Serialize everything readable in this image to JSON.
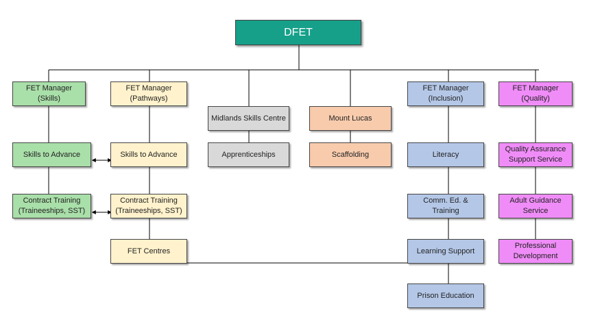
{
  "colors": {
    "root": "#16a08a",
    "skills": "#a9dfa9",
    "pathways": "#fff2cc",
    "midlands": "#d9d9d9",
    "mount_lucas": "#f8cbad",
    "inclusion": "#b4c7e7",
    "quality": "#f08cf8",
    "connector": "#000000"
  },
  "chart": {
    "root": "DFET",
    "skills": {
      "manager": "FET Manager\n(Skills)",
      "items": [
        "Skills to Advance",
        "Contract Training\n(Traineeships, SST)"
      ]
    },
    "pathways": {
      "manager": "FET Manager\n(Pathways)",
      "items": [
        "Skills to Advance",
        "Contract Training\n(Traineeships, SST)",
        "FET Centres"
      ]
    },
    "midlands": {
      "manager": "Midlands Skills Centre",
      "items": [
        "Apprenticeships"
      ]
    },
    "mount_lucas": {
      "manager": "Mount Lucas",
      "items": [
        "Scaffolding"
      ]
    },
    "inclusion": {
      "manager": "FET Manager\n(Inclusion)",
      "items": [
        "Literacy",
        "Comm. Ed. &\nTraining",
        "Learning Support",
        "Prison Education"
      ]
    },
    "quality": {
      "manager": "FET Manager\n(Quality)",
      "items": [
        "Quality Assurance\nSupport Service",
        "Adult Guidance\nService",
        "Professional\nDevelopment"
      ]
    }
  }
}
